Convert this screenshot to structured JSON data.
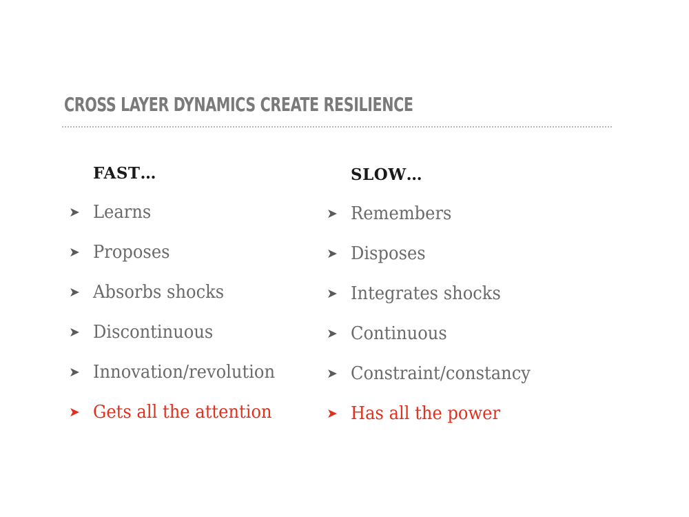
{
  "slide": {
    "title": "CROSS LAYER DYNAMICS CREATE RESILIENCE"
  },
  "columns": {
    "fast": {
      "header": "FAST…",
      "items": [
        {
          "text": "Learns",
          "highlight": false
        },
        {
          "text": "Proposes",
          "highlight": false
        },
        {
          "text": "Absorbs shocks",
          "highlight": false
        },
        {
          "text": "Discontinuous",
          "highlight": false
        },
        {
          "text": "Innovation/revolution",
          "highlight": false
        },
        {
          "text": "Gets all the attention",
          "highlight": true
        }
      ]
    },
    "slow": {
      "header": "SLOW…",
      "items": [
        {
          "text": "Remembers",
          "highlight": false
        },
        {
          "text": "Disposes",
          "highlight": false
        },
        {
          "text": "Integrates shocks",
          "highlight": false
        },
        {
          "text": "Continuous",
          "highlight": false
        },
        {
          "text": "Constraint/constancy",
          "highlight": false
        },
        {
          "text": "Has all the power",
          "highlight": true
        }
      ]
    }
  },
  "bullet_icon": "arrow-right-icon",
  "colors": {
    "title": "#7a7a7a",
    "header": "#1a1a1a",
    "body": "#6a6a6a",
    "accent": "#e0301e",
    "rule": "#b5b5b5"
  }
}
